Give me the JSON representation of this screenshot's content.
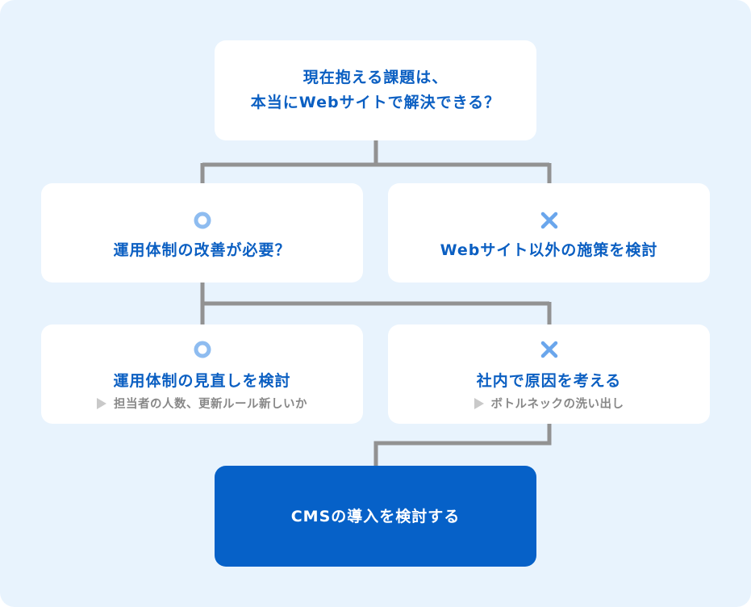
{
  "question": {
    "line1": "現在抱える課題は、",
    "line2": "本当にWebサイトで解決できる？"
  },
  "level1": {
    "yes": {
      "mark": "circle-mark",
      "label": "運用体制の改善が必要？"
    },
    "no": {
      "mark": "cross-mark",
      "label": "Webサイト以外の施策を検討"
    }
  },
  "level2": {
    "yes": {
      "mark": "circle-mark",
      "label": "運用体制の見直しを検討",
      "note": "担当者の人数、更新ルール新しいか"
    },
    "no": {
      "mark": "cross-mark",
      "label": "社内で原因を考える",
      "note": "ボトルネックの洗い出し"
    }
  },
  "result": {
    "label": "CMSの導入を検討する"
  },
  "colors": {
    "background": "#e8f3fd",
    "text_accent": "#0b5fc2",
    "connector": "#929292",
    "circle_mark": "#8ebcf0",
    "cross_mark": "#6aa6ec",
    "result_box": "#0661c8"
  }
}
